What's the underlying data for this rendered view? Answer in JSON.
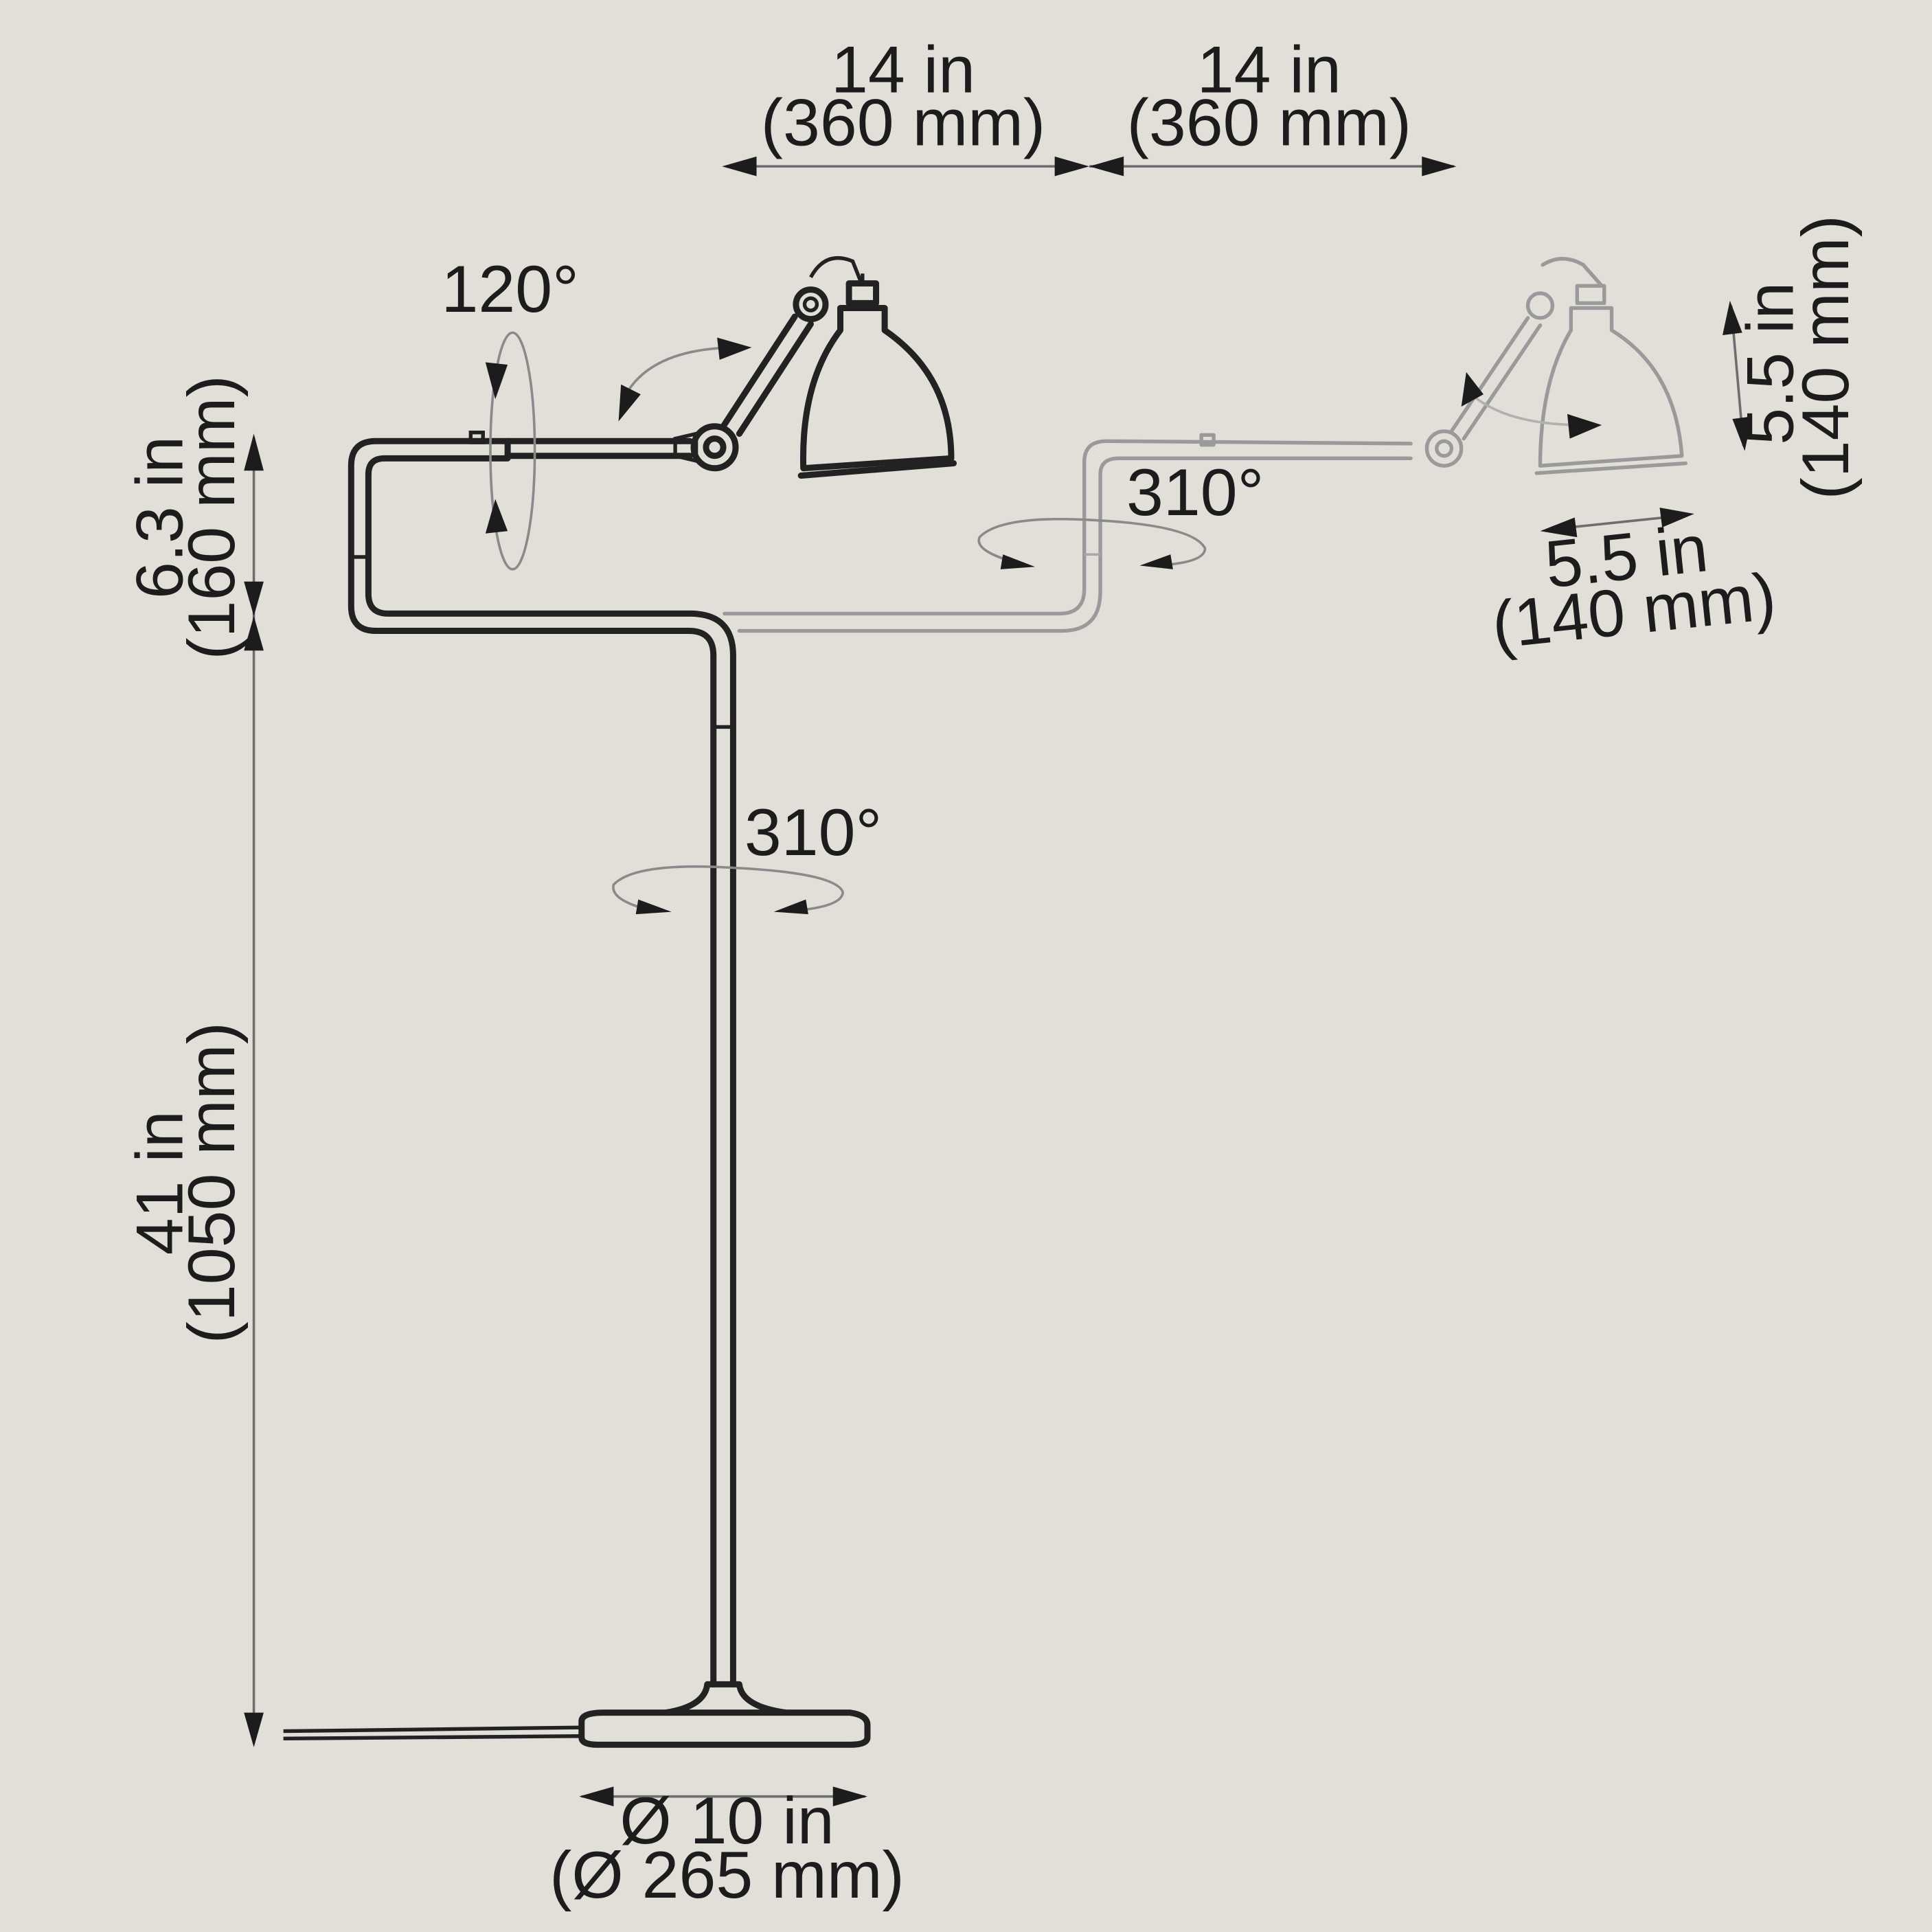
{
  "labels": {
    "arm_length_1_in": "14 in",
    "arm_length_1_mm": "(360 mm)",
    "arm_length_2_in": "14 in",
    "arm_length_2_mm": "(360 mm)",
    "arm_angle": "120°",
    "arm_rotation": "310°",
    "stem_rotation": "310°",
    "shade_height_in": "5.5 in",
    "shade_height_mm": "(140 mm)",
    "shade_width_in": "5.5 in",
    "shade_width_mm": "(140 mm)",
    "upper_height_in": "6.3 in",
    "upper_height_mm": "(160 mm)",
    "lower_height_in": "41 in",
    "lower_height_mm": "(1050 mm)",
    "base_diameter_in": "Ø 10 in",
    "base_diameter_mm": "(Ø 265 mm)"
  },
  "colors": {
    "background": "#e1dfd8",
    "line": "#222222",
    "ghost_line": "#9a9a9a"
  }
}
